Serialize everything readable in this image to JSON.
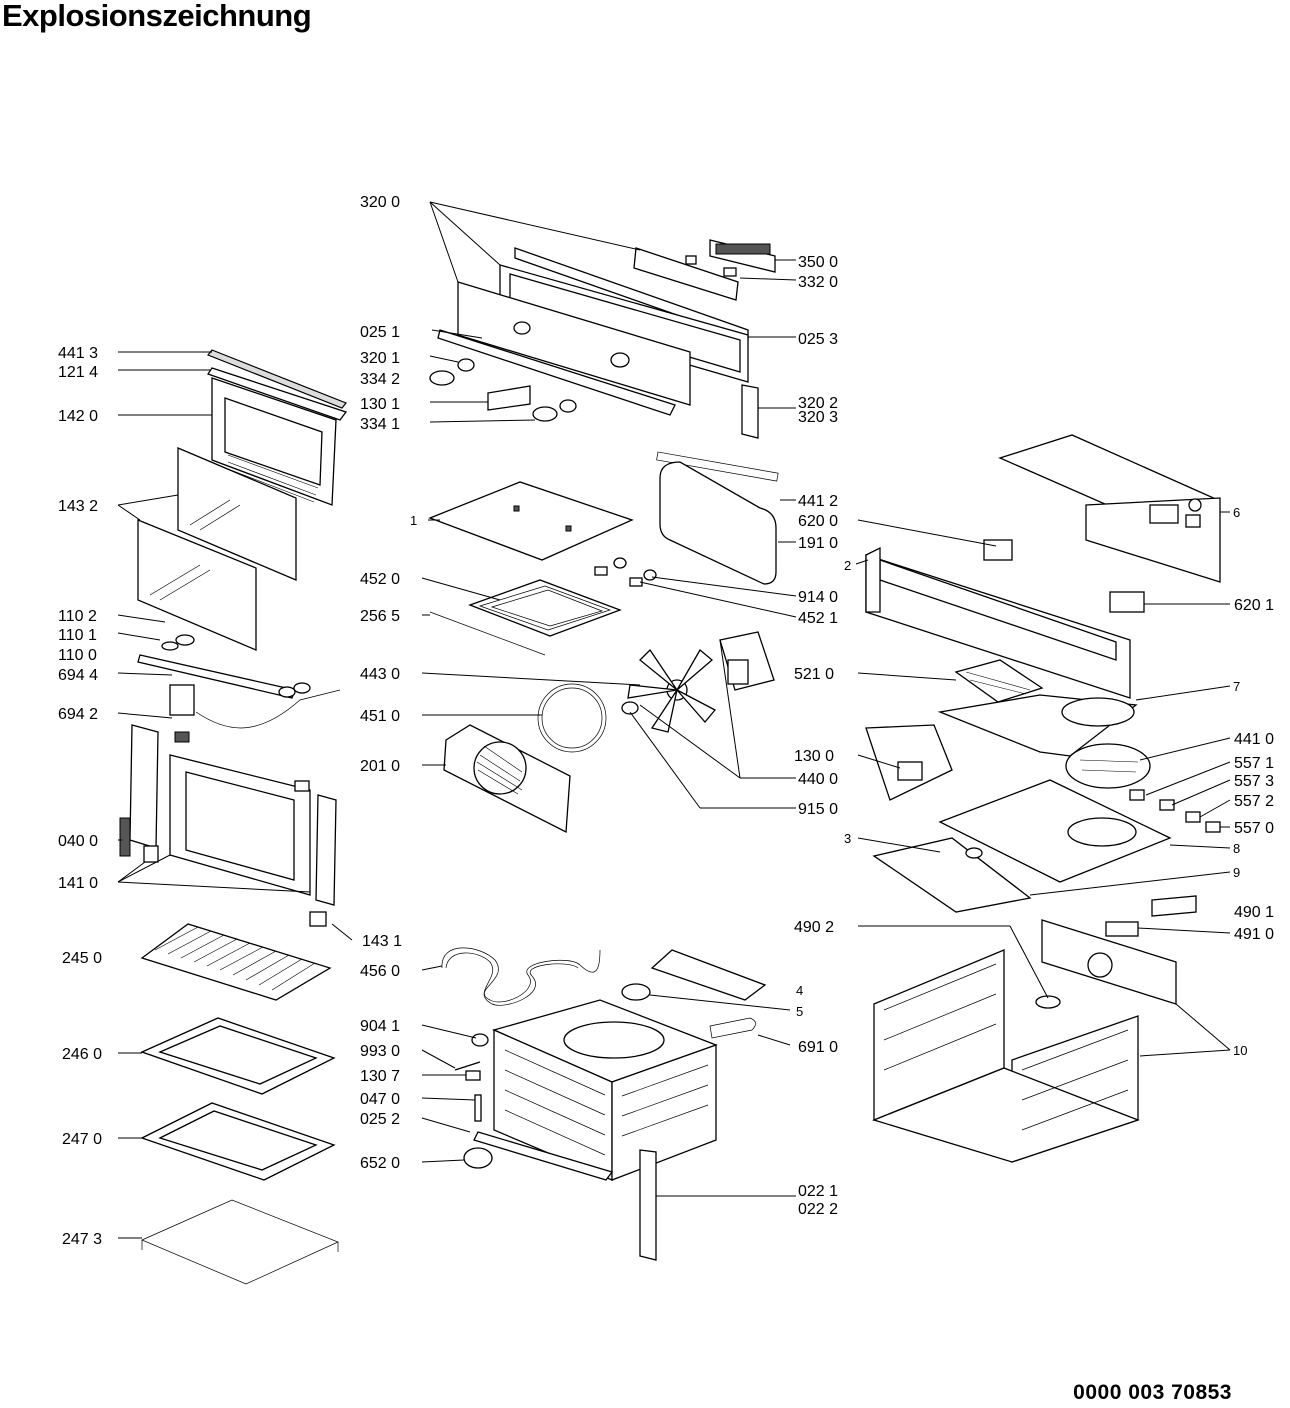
{
  "title": "Explosionszeichnung",
  "doc_number": "0000 003 70853",
  "labels": {
    "l3200": "320 0",
    "l3500": "350 0",
    "l3320": "332 0",
    "l0251": "025 1",
    "l0253": "025 3",
    "l3201": "320 1",
    "l3342": "334 2",
    "l1301": "130 1",
    "l3341": "334 1",
    "l3202": "320 2",
    "l3203": "320 3",
    "l4413": "441 3",
    "l1214": "121 4",
    "l1420": "142 0",
    "l1432": "143 2",
    "l1102": "110 2",
    "l1101": "110 1",
    "l1100": "110 0",
    "l6944": "694 4",
    "l6942": "694 2",
    "l0400": "040 0",
    "l1410": "141 0",
    "l1431": "143 1",
    "l2450": "245 0",
    "l2460": "246 0",
    "l2470": "247 0",
    "l2473": "247 3",
    "l1": "1",
    "l4520": "452 0",
    "l2565": "256 5",
    "l4430": "443 0",
    "l4510": "451 0",
    "l2010": "201 0",
    "l4412": "441 2",
    "l6200": "620 0",
    "l1910": "191 0",
    "l9140": "914 0",
    "l4521": "452 1",
    "l5210": "521 0",
    "l1300": "130 0",
    "l4400": "440 0",
    "l9150": "915 0",
    "l6": "6",
    "l2": "2",
    "l6201": "620 1",
    "l7": "7",
    "l4410": "441 0",
    "l5571": "557 1",
    "l5573": "557 3",
    "l5572": "557 2",
    "l5570": "557 0",
    "l3": "3",
    "l8": "8",
    "l9": "9",
    "l4901": "490 1",
    "l4902": "490 2",
    "l4910": "491 0",
    "l4560": "456 0",
    "l4": "4",
    "l5": "5",
    "l9041": "904 1",
    "l9930": "993 0",
    "l1307": "130 7",
    "l0470": "047 0",
    "l0252": "025 2",
    "l6520": "652 0",
    "l6910": "691 0",
    "l0221": "022 1",
    "l0222": "022 2",
    "l10": "10"
  }
}
